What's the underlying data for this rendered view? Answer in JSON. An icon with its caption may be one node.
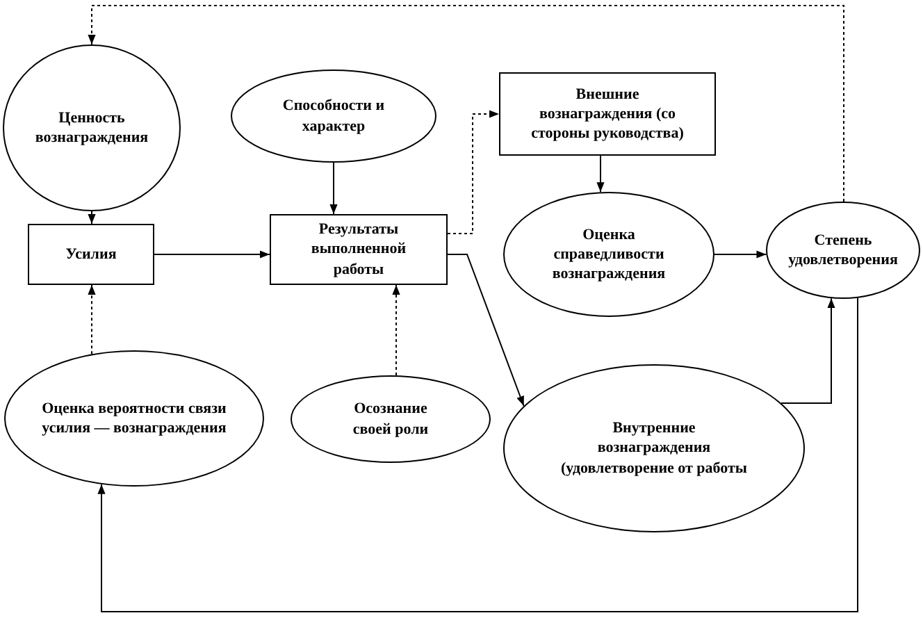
{
  "diagram": {
    "nodes": [
      {
        "text": [
          "Ценность вознаграждения"
        ]
      },
      {
        "text": [
          "Способности и характер"
        ]
      },
      {
        "text": [
          "Усилия"
        ]
      },
      {
        "text": [
          "Результаты выполненной работы"
        ]
      },
      {
        "text": [
          "Внешние вознаграждения (со стороны руководства)"
        ]
      },
      {
        "text": [
          "Оценка справедливости вознаграждения"
        ]
      },
      {
        "text": [
          "Степень удовлетворения"
        ]
      },
      {
        "text": [
          "Оценка вероятности связи усилия — вознаграждения"
        ]
      },
      {
        "text": [
          "Осознание своей роли"
        ]
      },
      {
        "text": [
          "Внутренние вознаграждения (удовлетворение от работы"
        ]
      }
    ],
    "edges": [
      {
        "from": 6,
        "to": 0,
        "arrow": "to",
        "style": "dashed"
      },
      {
        "from": 0,
        "to": 2,
        "arrow": "to",
        "style": "dashed"
      },
      {
        "from": 1,
        "to": 3,
        "arrow": "to"
      },
      {
        "from": 2,
        "to": 3,
        "arrow": "to"
      },
      {
        "from": 3,
        "to": 4,
        "arrow": "to",
        "style": "dashed"
      },
      {
        "from": 4,
        "to": 5,
        "arrow": "to"
      },
      {
        "from": 3,
        "to": 9,
        "arrow": "to"
      },
      {
        "from": 5,
        "to": 6,
        "arrow": "to"
      },
      {
        "from": 9,
        "to": 6,
        "arrow": "to"
      },
      {
        "from": 7,
        "to": 2,
        "arrow": "to",
        "style": "dashed"
      },
      {
        "from": 8,
        "to": 3,
        "arrow": "to",
        "style": "dashed"
      },
      {
        "from": 6,
        "to": 7,
        "arrow": "to"
      }
    ]
  }
}
